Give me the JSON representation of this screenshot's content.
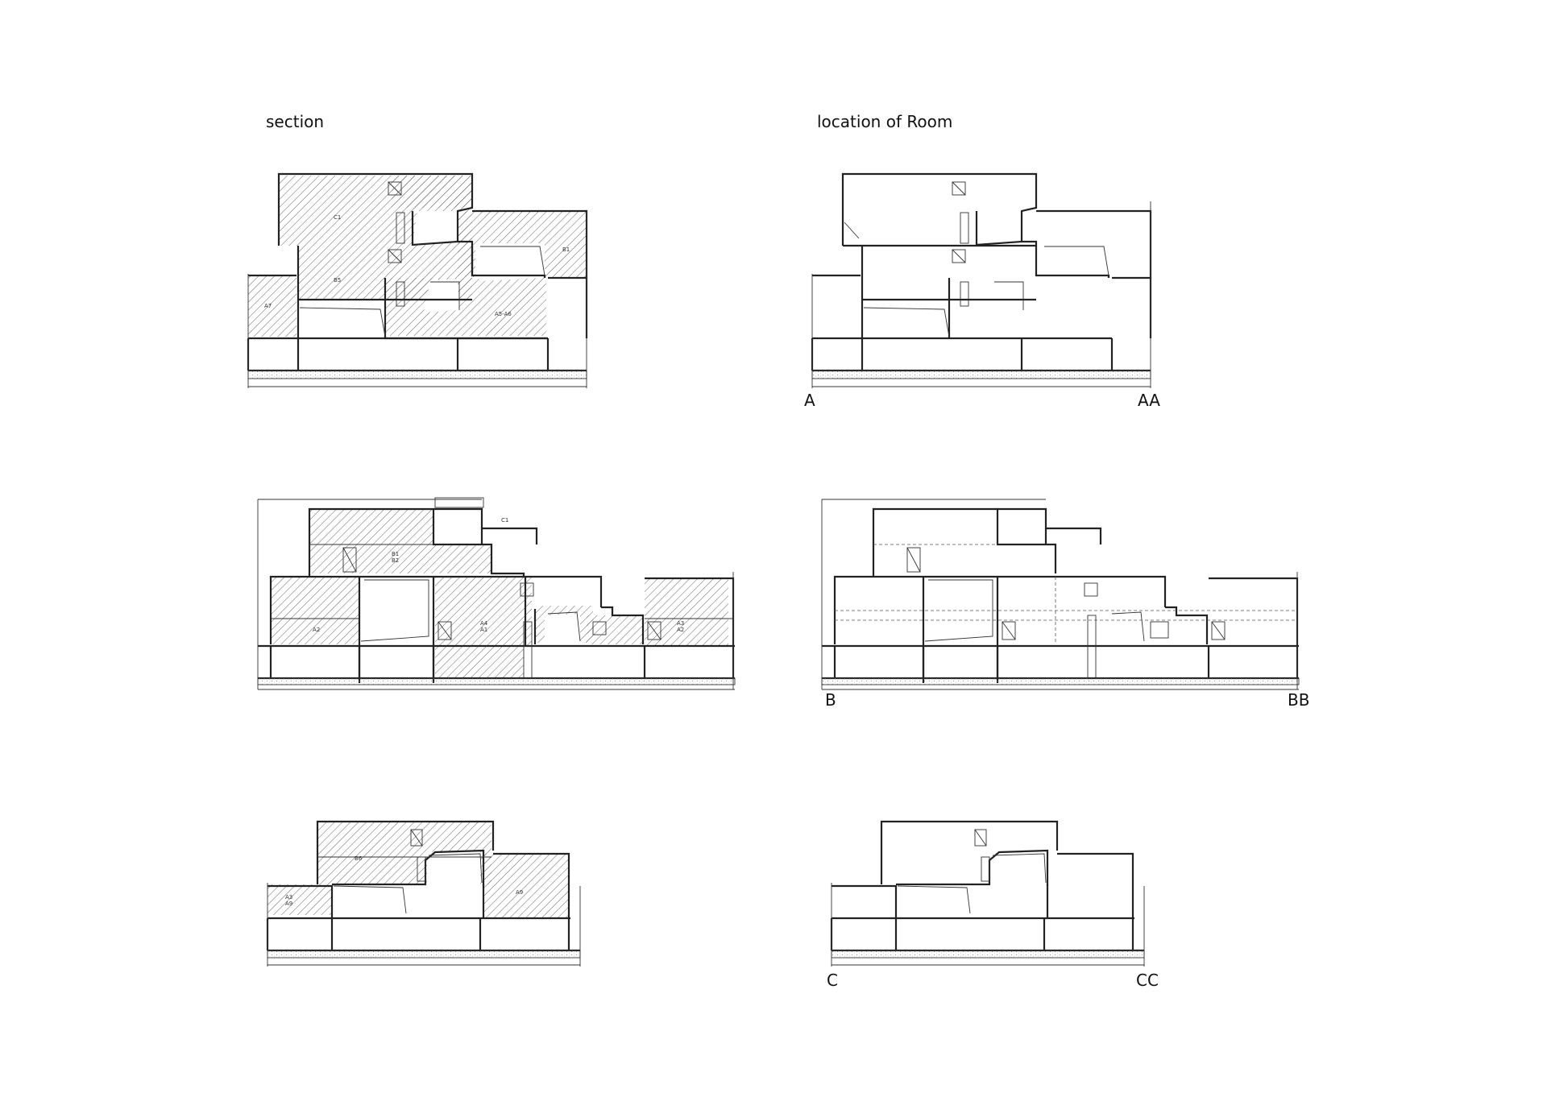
{
  "titles": {
    "left": "section",
    "right": "location of Room"
  },
  "section_markers": [
    {
      "start": "A",
      "end": "AA"
    },
    {
      "start": "B",
      "end": "BB"
    },
    {
      "start": "C",
      "end": "CC"
    }
  ],
  "room_tags": {
    "a": {
      "c1": "C1",
      "b1": "B1",
      "b5": "B5",
      "a7": "A7",
      "a5a6": "A5-A6"
    },
    "b": {
      "c1": "C1",
      "b1b2": "B1\nB2",
      "a2": "A2",
      "a4a1": "A4\nA1",
      "a3a2": "A3\nA2"
    },
    "c": {
      "b6": "B6",
      "a3": "A3\nA9",
      "a9": "A9"
    }
  },
  "colors": {
    "line": "#222222",
    "hatch": "#555555",
    "paper": "#ffffff"
  }
}
